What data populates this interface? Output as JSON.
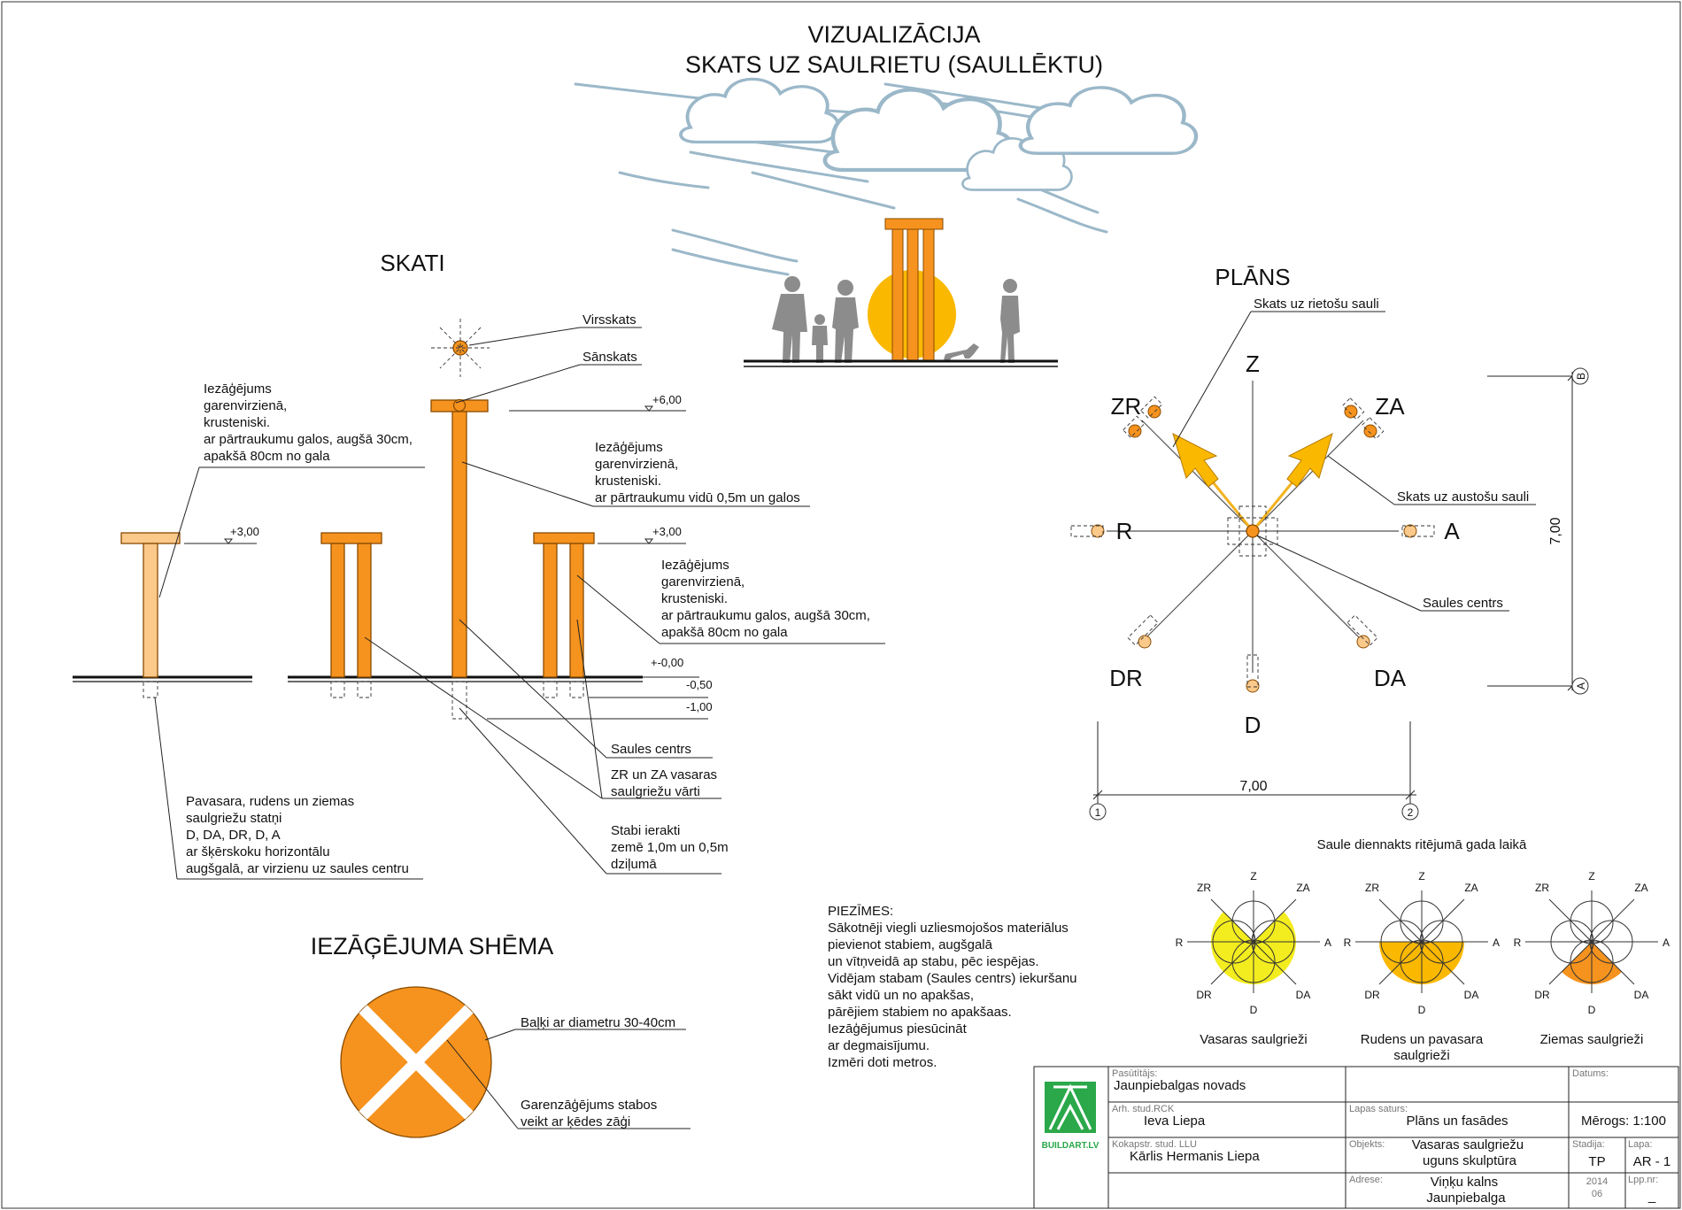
{
  "viz": {
    "title1": "VIZUALIZĀCIJA",
    "title2": "SKATS UZ SAULRIETU (SAULLĒKTU)"
  },
  "skati": {
    "title": "SKATI",
    "virsskats": "Virsskats",
    "sanskats": "Sānskats",
    "lev_600": "+6,00",
    "lev_300a": "+3,00",
    "lev_300b": "+3,00",
    "lev_000": "+-0,00",
    "lev_050": "-0,50",
    "lev_100": "-1,00",
    "note1": [
      "Iezāģējums",
      "garenvirzienā,",
      "krusteniski.",
      "ar pārtraukumu galos, augšā 30cm,",
      "apakšā 80cm no gala"
    ],
    "note2": [
      "Iezāģējums",
      "garenvirzienā,",
      "krusteniski.",
      "ar pārtraukumu vidū 0,5m un galos"
    ],
    "note3": [
      "Iezāģējums",
      "garenvirzienā,",
      "krusteniski.",
      "ar pārtraukumu galos, augšā 30cm,",
      "apakšā 80cm no gala"
    ],
    "saules_centrs": "Saules centrs",
    "vārti": [
      "ZR un ZA vasaras",
      "saulgriežu vārti"
    ],
    "stabi": [
      "Stabi ierakti",
      "zemē 1,0m un 0,5m",
      "dziļumā"
    ],
    "pavasara": [
      "Pavasara, rudens un ziemas",
      "saulgriežu statņi",
      "D, DA, DR, D, A",
      "ar šķērskoku horizontālu",
      "augšgalā, ar virzienu uz saules centru"
    ]
  },
  "shema": {
    "title": "IEZĀĢĒJUMA SHĒMA",
    "balki": "Baļķi ar diametru 30-40cm",
    "garen": [
      "Garenzāģējums stabos",
      "veikt ar ķēdes zāģi"
    ]
  },
  "plans": {
    "title": "PLĀNS",
    "rietosu": "Skats uz rietošu sauli",
    "austosu": "Skats uz austošu sauli",
    "saules_centrs": "Saules centrs",
    "dirs": {
      "Z": "Z",
      "ZR": "ZR",
      "ZA": "ZA",
      "R": "R",
      "A": "A",
      "DR": "DR",
      "DA": "DA",
      "D": "D"
    },
    "dim_h": "7,00",
    "dim_v": "7,00",
    "axis_1": "1",
    "axis_2": "2",
    "axis_A": "A",
    "axis_B": "B"
  },
  "saule": {
    "title": "Saule diennakts ritējumā gada laikā",
    "diagrams": [
      {
        "label": [
          "Vasaras saulgrieži"
        ],
        "color": "#f3ec1e"
      },
      {
        "label": [
          "Rudens un pavasara",
          "saulgrieži"
        ],
        "color": "#fbb800"
      },
      {
        "label": [
          "Ziemas saulgrieži"
        ],
        "color": "#f6931e"
      }
    ],
    "dirs": {
      "Z": "Z",
      "ZR": "ZR",
      "ZA": "ZA",
      "R": "R",
      "A": "A",
      "DR": "DR",
      "DA": "DA",
      "D": "D"
    }
  },
  "piezimes": {
    "title": "PIEZĪMES:",
    "lines": [
      "Sākotnēji viegli uzliesmojošos materiālus",
      "pievienot stabiem, augšgalā",
      "un vītņveidā ap stabu, pēc iespējas.",
      "Vidējam stabam (Saules centrs) iekuršanu",
      "sākt vidū un no apakšas,",
      "pārējiem stabiem no apakšaas.",
      "Iezāģējumus piesūcināt",
      "ar degmaisījumu.",
      "Izmēri doti metros."
    ]
  },
  "titleblock": {
    "logo_text": "BUILDART.LV",
    "pasutitajs_lbl": "Pasūtītājs:",
    "pasutitajs": "Jaunpiebalgas novads",
    "arh_lbl": "Arh. stud.RCK",
    "arh": "Ieva Liepa",
    "kok_lbl": "Kokapstr. stud. LLU",
    "kok": "Kārlis Hermanis Liepa",
    "datums_lbl": "Datums:",
    "lapas_lbl": "Lapas saturs:",
    "lapas": "Plāns un fasādes",
    "merogs": "Mērogs: 1:100",
    "objekts_lbl": "Objekts:",
    "objekts": [
      "Vasaras saulgriežu",
      "uguns skulptūra"
    ],
    "stadija_lbl": "Stadija:",
    "stadija": "TP",
    "lapa_lbl": "Lapa:",
    "lapa": "AR - 1",
    "adrese_lbl": "Adrese:",
    "adrese": [
      "Viņķu kalns",
      "Jaunpiebalga"
    ],
    "year": "2014",
    "month": "06",
    "lpp_lbl": "Lpp.nr:",
    "lpp": "_"
  },
  "colors": {
    "orange": "#f6931e",
    "light_orange": "#fbc98a",
    "sun": "#fbb800",
    "summer": "#f3ec1e",
    "cloud": "#9bb8c9"
  }
}
